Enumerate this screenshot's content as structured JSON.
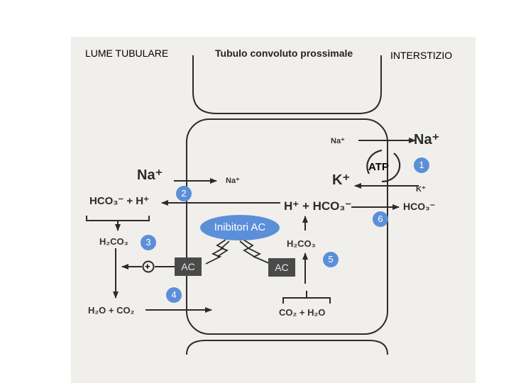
{
  "header": {
    "left": "LUME TUBULARE",
    "title": "Tubulo convoluto prossimale",
    "right": "INTERSTIZIO"
  },
  "labels": {
    "na_big_right": "Na⁺",
    "na_small_top": "Na⁺",
    "atp": "ATP",
    "k_big": "K⁺",
    "k_small": "K⁺",
    "hco3_right": "HCO₃⁻",
    "na_big_left": "Na⁺",
    "na_small_mid": "Na⁺",
    "hco3_h_left": "HCO₃⁻ + H⁺",
    "h_hco3_mid": "H⁺ + HCO₃⁻",
    "h2co3_left": "H₂CO₃",
    "h2co3_mid": "H₂CO₃",
    "plus_sign": "+",
    "h2o_co2_left": "H₂O + CO₂",
    "co2_h2o_mid": "CO₂ + H₂O",
    "ac_left": "AC",
    "ac_mid": "AC",
    "inhibitors": "Inibitori AC"
  },
  "badges": [
    "1",
    "2",
    "3",
    "4",
    "5",
    "6"
  ]
}
